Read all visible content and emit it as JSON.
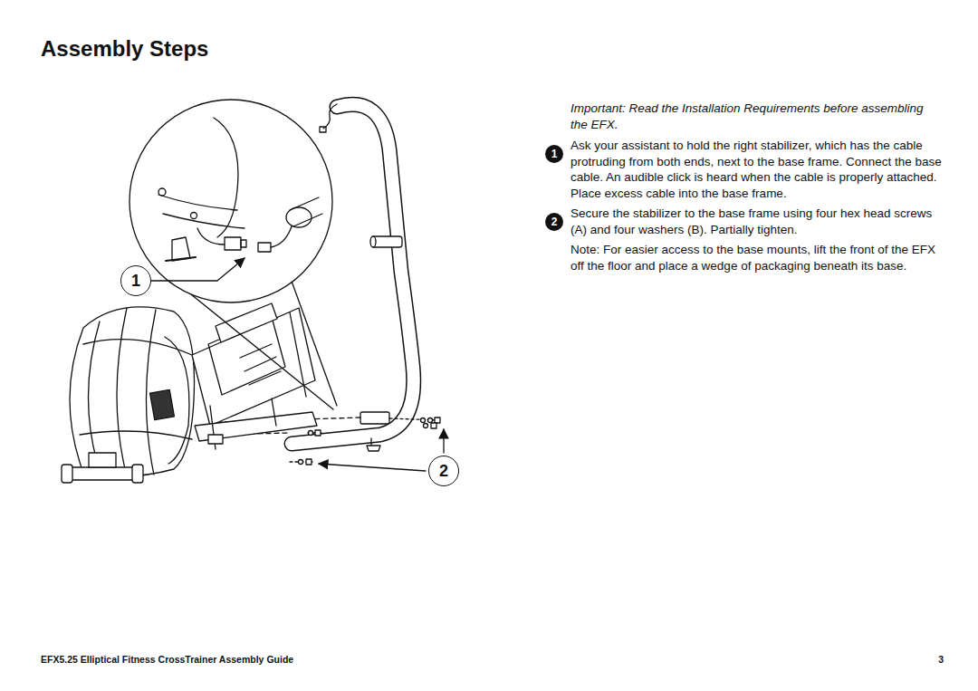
{
  "diagram": {
    "title": "Assembly Steps",
    "nodes": [
      {
        "text": [
          "1"
        ]
      },
      {
        "text": [
          "2"
        ]
      },
      {
        "text": [
          "1"
        ]
      },
      {
        "text": [
          "2"
        ]
      }
    ],
    "labels": [
      "Important: Read the Installation Requirements before assembling the EFX.",
      "Ask your assistant to hold the right stabilizer, which has the cable protruding from both ends, next to the base frame. Connect the base cable. An audible click is heard when the cable is properly attached. Place excess cable into the base frame.",
      "Secure the stabilizer to the base frame using four hex head screws (A) and four washers (B). Partially tighten.",
      "Note: For easier access to the base mounts, lift the front of the EFX off the floor and place a wedge of packaging beneath its base.",
      "EFX5.25 Elliptical Fitness CrossTrainer Assembly Guide",
      "3"
    ]
  }
}
